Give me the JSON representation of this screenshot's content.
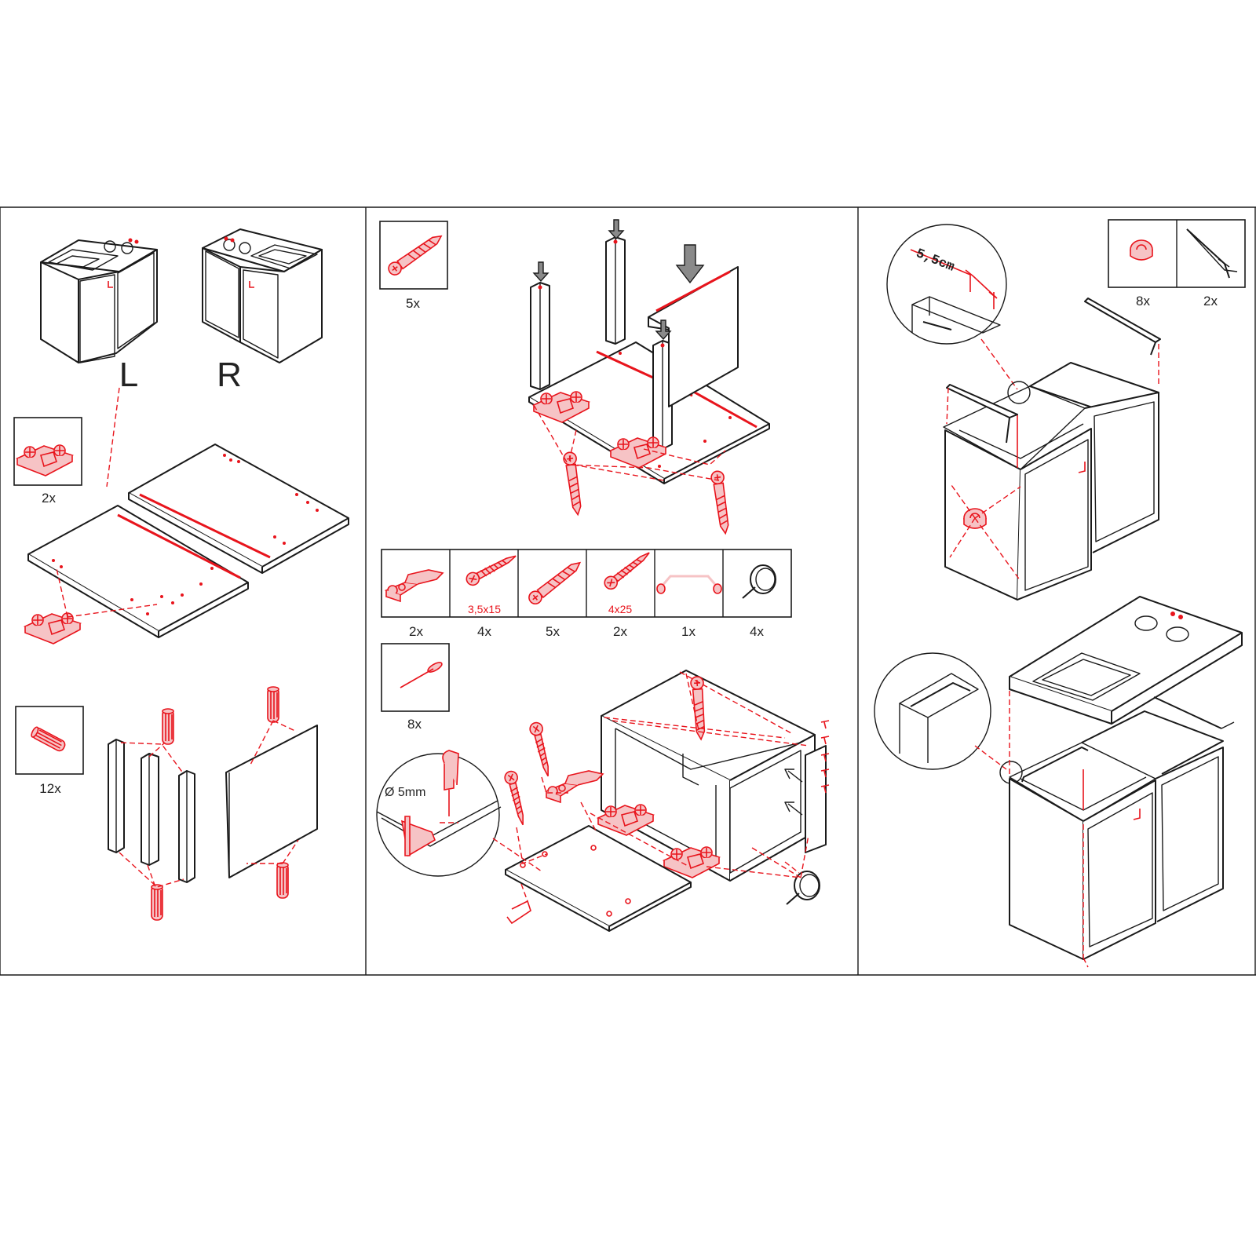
{
  "panel1": {
    "variant_left": "L",
    "variant_right": "R",
    "qty_hinge_plate": "2x",
    "qty_dowel": "12x"
  },
  "panel2": {
    "qty_screw_long_top": "5x",
    "parts": [
      {
        "icon": "hinge-icon",
        "qty": "2x",
        "size": ""
      },
      {
        "icon": "wood-screw-icon",
        "qty": "4x",
        "size": "3,5x15"
      },
      {
        "icon": "long-screw-icon",
        "qty": "5x",
        "size": ""
      },
      {
        "icon": "wood-screw-icon",
        "qty": "2x",
        "size": "4x25"
      },
      {
        "icon": "handle-icon",
        "qty": "1x",
        "size": ""
      },
      {
        "icon": "glide-foot-icon",
        "qty": "4x",
        "size": ""
      }
    ],
    "qty_nail": "8x",
    "drill_diameter": "Ø 5mm"
  },
  "panel3": {
    "qty_bumper": "8x",
    "qty_cable": "2x",
    "measure": "5,5cm"
  },
  "colors": {
    "accent_red": "#e8141c",
    "line": "#1a1a1a"
  }
}
